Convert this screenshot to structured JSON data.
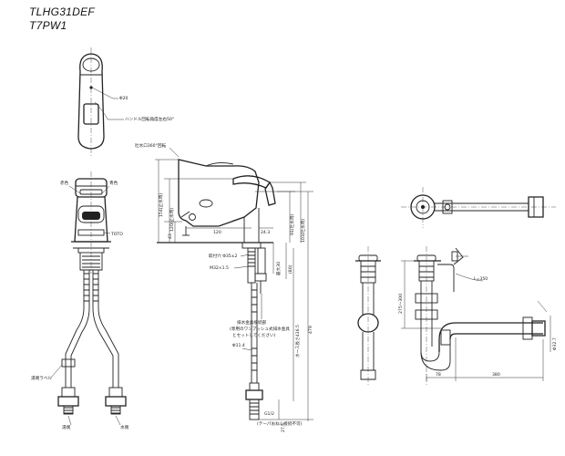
{
  "header": {
    "model_line1": "TLHG31DEF",
    "model_line2": "T7PW1"
  },
  "top_view": {
    "hole_label": "Φ20",
    "handle_angle_label": "ハンドル回転角度左右50°"
  },
  "front_view": {
    "cold_label": "赤色",
    "hot_label": "青色",
    "brand": "TOTO",
    "label_note": "湯側ラベル",
    "hot_side": "湯側",
    "cold_side": "水側"
  },
  "side_view": {
    "spout_rotation": "吐水口360°回転",
    "dims": {
      "h154": "154(止水時)",
      "h120": "120(止水時)",
      "h43": "43",
      "w120": "120",
      "d24_3": "24.3",
      "h91": "91(吐水時)",
      "h103": "103(吐水時)",
      "max30": "最大30",
      "h80": "(80)",
      "hose": "ホース長さ436.5",
      "h479": "479",
      "dia14_4": "Φ11.4",
      "g12": "G1/2",
      "taper_note": "(テーパおねじ接続不可)",
      "d27_5": "27.5"
    },
    "mount_hole": "取付穴 Φ35±2",
    "thread": "M32×1.5",
    "fitting_title": "排水金具接続部",
    "fitting_note1": "(専用のワンプッシュ式排水金具",
    "fitting_note2": "とセットしてください)"
  },
  "drain_view": {
    "l350": "L=350",
    "d275": "275〜300",
    "w78": "78",
    "w380": "380",
    "od": "Φ32.7"
  }
}
